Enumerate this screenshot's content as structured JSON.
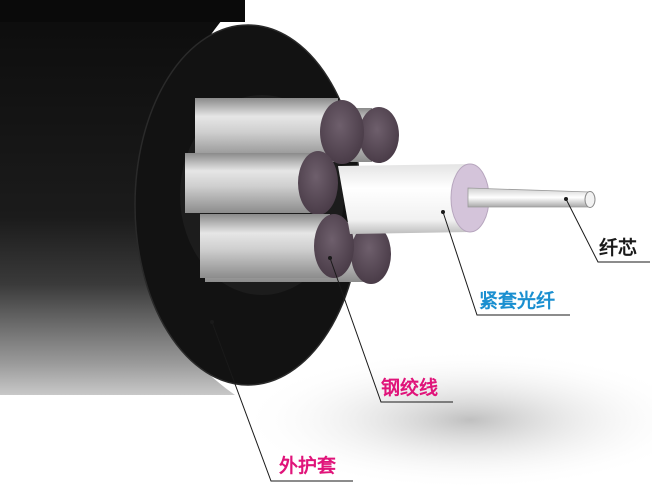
{
  "labels": {
    "fiber_core": "纤芯",
    "tight_buffered_fiber": "紧套光纤",
    "steel_strand": "钢绞线",
    "outer_jacket": "外护套"
  },
  "colors": {
    "fiber_core_label": "#1a1a1a",
    "tight_buffered_fiber_label": "#1a8fd0",
    "steel_strand_label": "#e0147a",
    "outer_jacket_label": "#e0147a",
    "jacket": "#141414",
    "strand_end": "#5e4f5c",
    "tight_buffer_end": "#c9b8cf"
  }
}
